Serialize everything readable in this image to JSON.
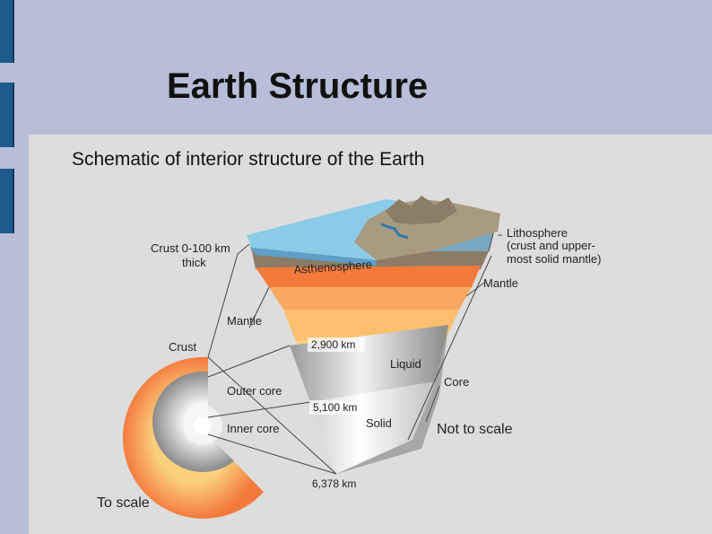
{
  "slide": {
    "title": "Earth Structure",
    "subtitle": "Schematic of interior structure of the Earth"
  },
  "diagram": {
    "crust_label": "Crust 0-100 km",
    "crust_label_2": "thick",
    "asthenosphere": "Asthenosphere",
    "lithosphere_1": "Lithosphere",
    "lithosphere_2": "(crust and upper-",
    "lithosphere_3": "most solid mantle)",
    "mantle_right": "Mantle",
    "mantle_left": "Mantle",
    "crust": "Crust",
    "depth_1": "2,900 km",
    "liquid": "Liquid",
    "core": "Core",
    "outer_core": "Outer core",
    "depth_2": "5,100 km",
    "inner_core": "Inner core",
    "solid": "Solid",
    "not_to_scale": "Not to scale",
    "depth_3": "6,378 km",
    "to_scale": "To scale"
  },
  "colors": {
    "background": "#b8bdd8",
    "panel": "#dddddd",
    "side_bar": "#1d5a8c",
    "ocean": "#8ccbe8",
    "land": "#a89a80",
    "asthenosphere": "#f47a3c",
    "mantle": "#f9a860",
    "lower_mantle": "#fbd07c",
    "outer_core": "#8a8a8a",
    "inner_core": "#d8d8d8"
  }
}
